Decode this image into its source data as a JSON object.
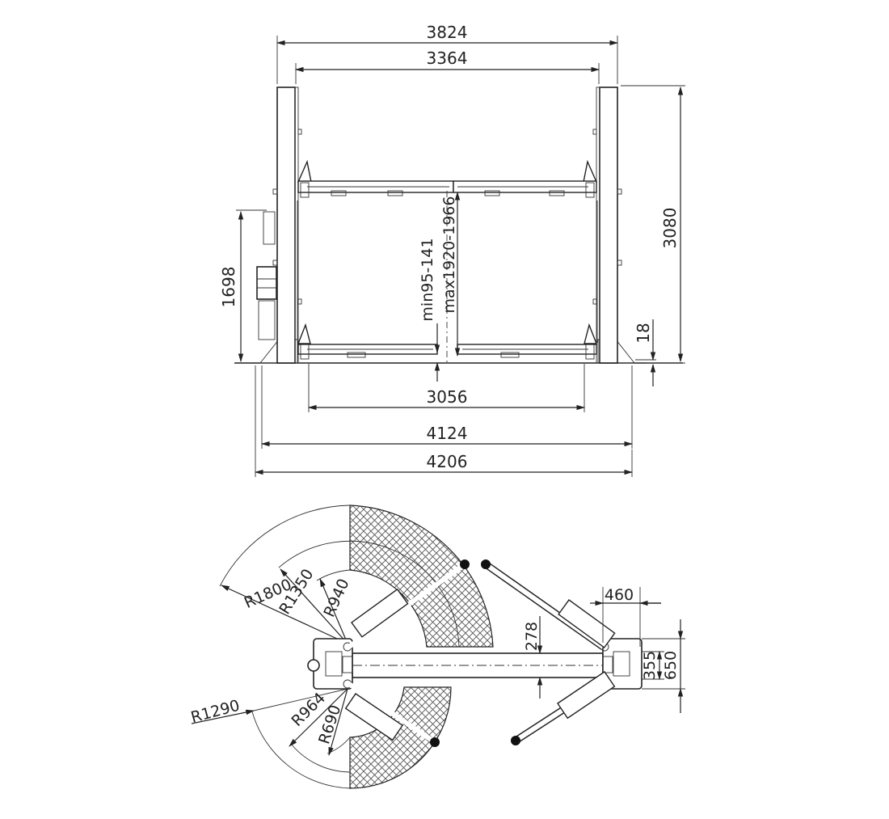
{
  "front_view": {
    "dims": {
      "overall_top": "3824",
      "inner_top": "3364",
      "height_total": "3080",
      "height_left": "1698",
      "min_height": "min95-141",
      "max_height": "max1920-1966",
      "base_18": "18",
      "width_3056": "3056",
      "width_4124": "4124",
      "width_4206": "4206"
    }
  },
  "plan_view": {
    "dims": {
      "r1800": "R1800",
      "r1350": "R1350",
      "r940": "R940",
      "r1290": "R1290",
      "r964": "R964",
      "r690": "R690",
      "d460": "460",
      "d278": "278",
      "d355": "355",
      "d650": "650"
    }
  },
  "colors": {
    "line": "#222222",
    "hatch": "#333333",
    "background": "#ffffff"
  }
}
